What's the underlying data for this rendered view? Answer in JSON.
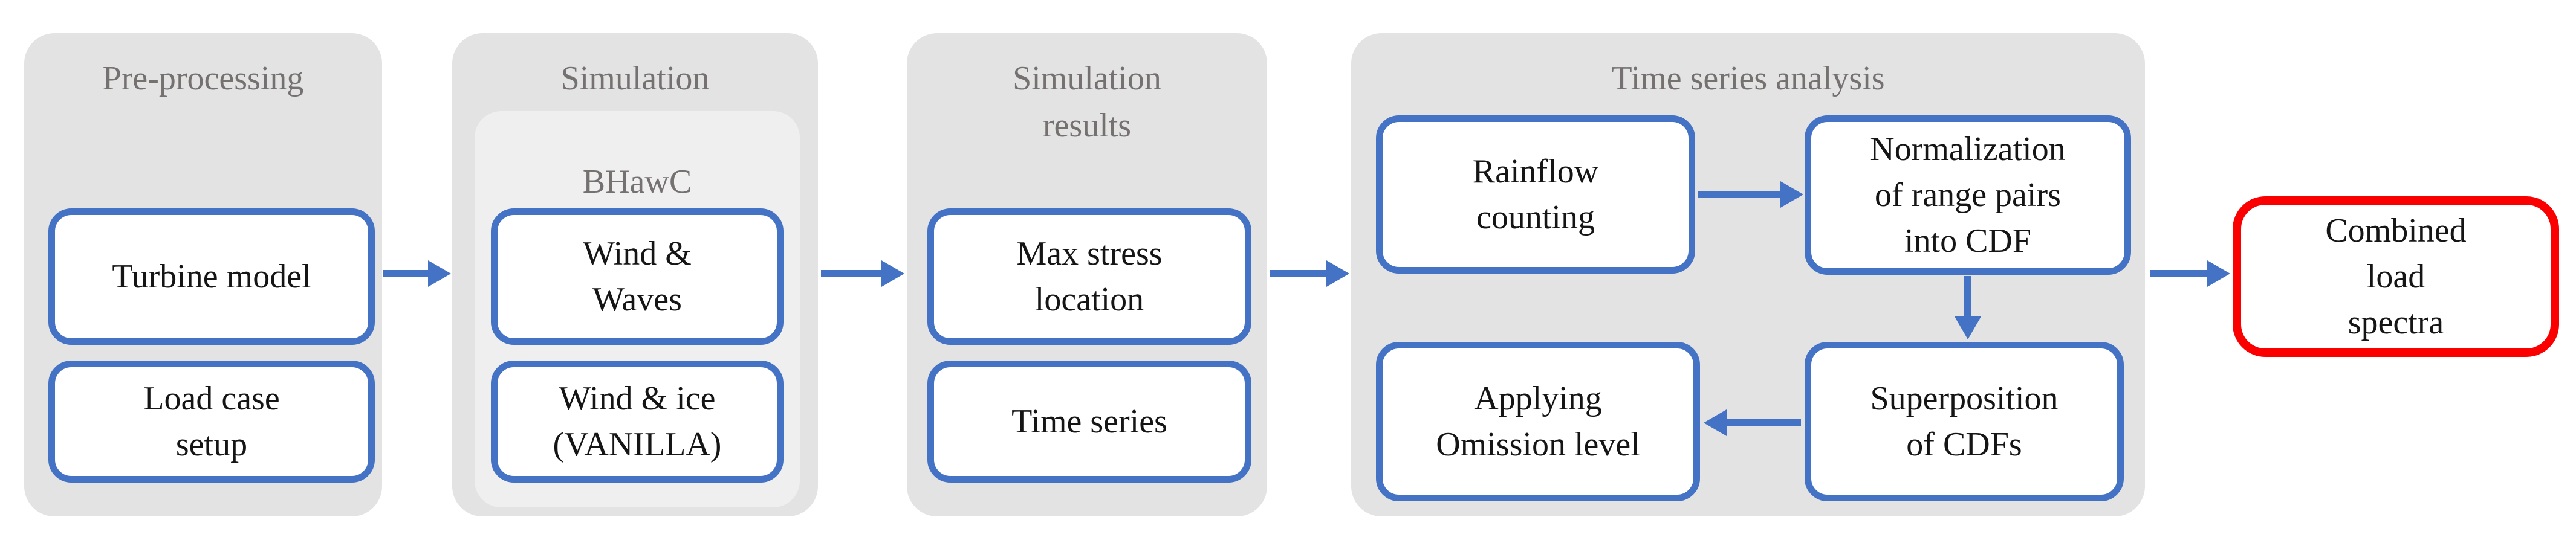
{
  "diagram": {
    "groups": [
      {
        "title": "Pre-processing",
        "boxes": [
          {
            "label": "Turbine model"
          },
          {
            "label": "Load case\nsetup"
          }
        ]
      },
      {
        "title": "Simulation",
        "subgroup": {
          "title": "BHawC",
          "boxes": [
            {
              "label": "Wind &\nWaves"
            },
            {
              "label": "Wind & ice\n(VANILLA)"
            }
          ]
        }
      },
      {
        "title": "Simulation\nresults",
        "boxes": [
          {
            "label": "Max stress\nlocation"
          },
          {
            "label": "Time series"
          }
        ]
      },
      {
        "title": "Time series analysis",
        "boxes": [
          {
            "label": "Rainflow\ncounting"
          },
          {
            "label": "Normalization\nof range pairs\ninto CDF"
          },
          {
            "label": "Applying\nOmission level"
          },
          {
            "label": "Superposition\nof CDFs"
          }
        ]
      }
    ],
    "output_box": {
      "label": "Combined\nload\nspectra"
    },
    "connections": [
      {
        "from": "Turbine model",
        "to": "Wind & Waves"
      },
      {
        "from": "Wind & Waves",
        "to": "Max stress location"
      },
      {
        "from": "Max stress location",
        "to": "Rainflow counting"
      },
      {
        "from": "Rainflow counting",
        "to": "Normalization of range pairs into CDF"
      },
      {
        "from": "Normalization of range pairs into CDF",
        "to": "Superposition of CDFs"
      },
      {
        "from": "Superposition of CDFs",
        "to": "Applying Omission level"
      },
      {
        "from": "Time series analysis",
        "to": "Combined load spectra"
      }
    ],
    "colors": {
      "box_border_blue": "#4472C4",
      "arrow_blue": "#4472C4",
      "output_border_red": "#FB0000",
      "group_background": "#E3E3E3",
      "subgroup_background": "#F0EFEF",
      "group_title_text": "#767171",
      "box_text": "#151515"
    }
  }
}
